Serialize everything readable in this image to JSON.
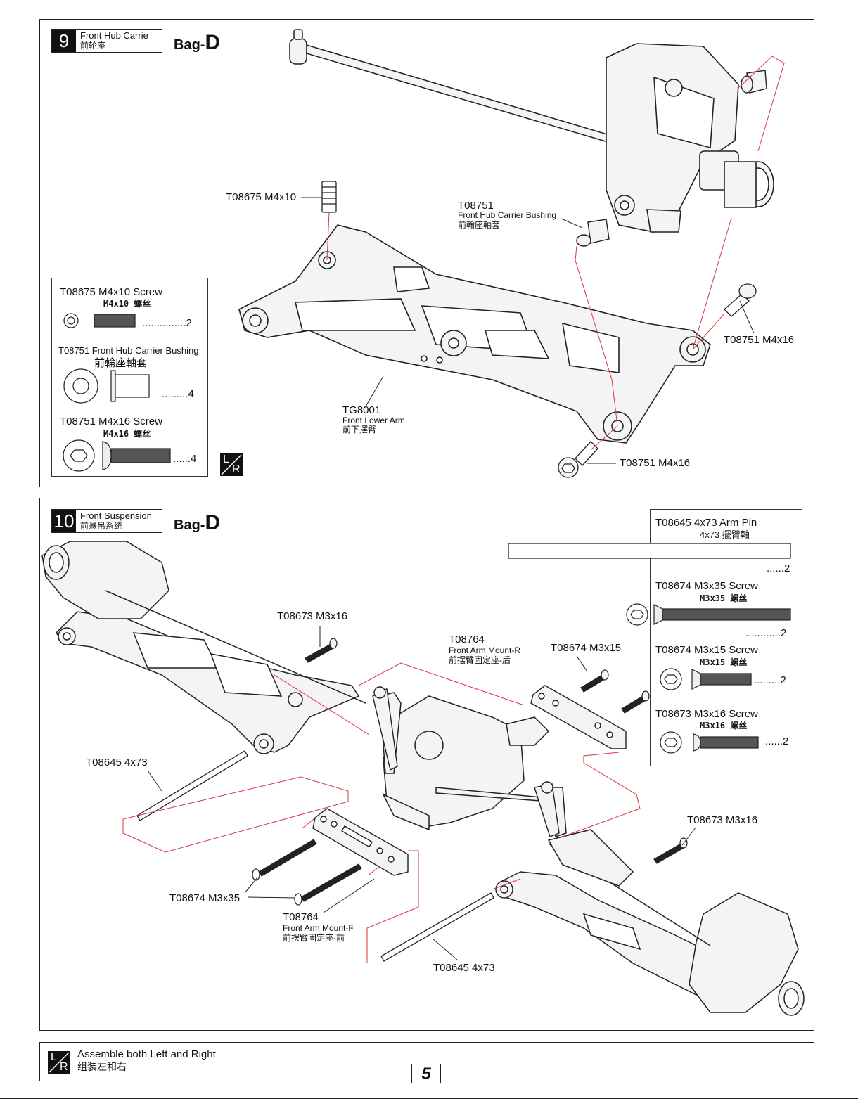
{
  "step9": {
    "number": "9",
    "title_en": "Front Hub Carrie",
    "title_cn": "前轮座",
    "bag_prefix": "Bag-",
    "bag_letter": "D",
    "callouts": {
      "setscrew": "T08675  M4x10",
      "bushing_code": "T08751",
      "bushing_en": "Front Hub Carrier Bushing",
      "bushing_cn": "前輪座軸套",
      "arm_code": "TG8001",
      "arm_en": "Front Lower Arm",
      "arm_cn": "前下摆臂",
      "screw_right": "T08751  M4x16",
      "screw_bottom": "T08751  M4x16"
    },
    "legend": {
      "item1_title": "T08675  M4x10 Screw",
      "item1_sub": "M4x10 螺丝",
      "item1_qty": "...............2",
      "item2_title": "T08751  Front Hub Carrier Bushing",
      "item2_sub": "前輪座軸套",
      "item2_qty": ".........4",
      "item3_title": "T08751  M4x16 Screw",
      "item3_sub": "M4x16 螺丝",
      "item3_qty": "......4"
    },
    "lr_l": "L",
    "lr_r": "R"
  },
  "step10": {
    "number": "10",
    "title_en": "Front Suspension",
    "title_cn": "前悬吊系统",
    "bag_prefix": "Bag-",
    "bag_letter": "D",
    "callouts": {
      "screw_top_left": "T08673 M3x16",
      "mount_r_code": "T08764",
      "mount_r_en": "Front Arm Mount-R",
      "mount_r_cn": "前摆臂固定座-后",
      "screw_m3x15": "T08674  M3x15",
      "pin_left": "T08645  4x73",
      "screw_right": "T08673 M3x16",
      "screw_m3x35": "T08674 M3x35",
      "mount_f_code": "T08764",
      "mount_f_en": "Front Arm Mount-F",
      "mount_f_cn": "前摆臂固定座-前",
      "pin_bottom": "T08645  4x73"
    },
    "legend": {
      "item1_title": "T08645  4x73 Arm Pin",
      "item1_sub": "4x73  擺臂軸",
      "item1_qty": "......2",
      "item2_title": "T08674  M3x35 Screw",
      "item2_sub": "M3x35 螺丝",
      "item2_qty": "............2",
      "item3_title": "T08674  M3x15 Screw",
      "item3_sub": "M3x15 螺丝",
      "item3_qty": ".........2",
      "item4_title": "T08673  M3x16 Screw",
      "item4_sub": "M3x16 螺丝",
      "item4_qty": "......2"
    }
  },
  "footer": {
    "lr_l": "L",
    "lr_r": "R",
    "note_en": "Assemble both Left and Right",
    "note_cn": "组装左和右",
    "page_number": "5"
  },
  "colors": {
    "line": "#222222",
    "leader_red": "#d9363e",
    "part_fill": "#f4f4f4"
  }
}
